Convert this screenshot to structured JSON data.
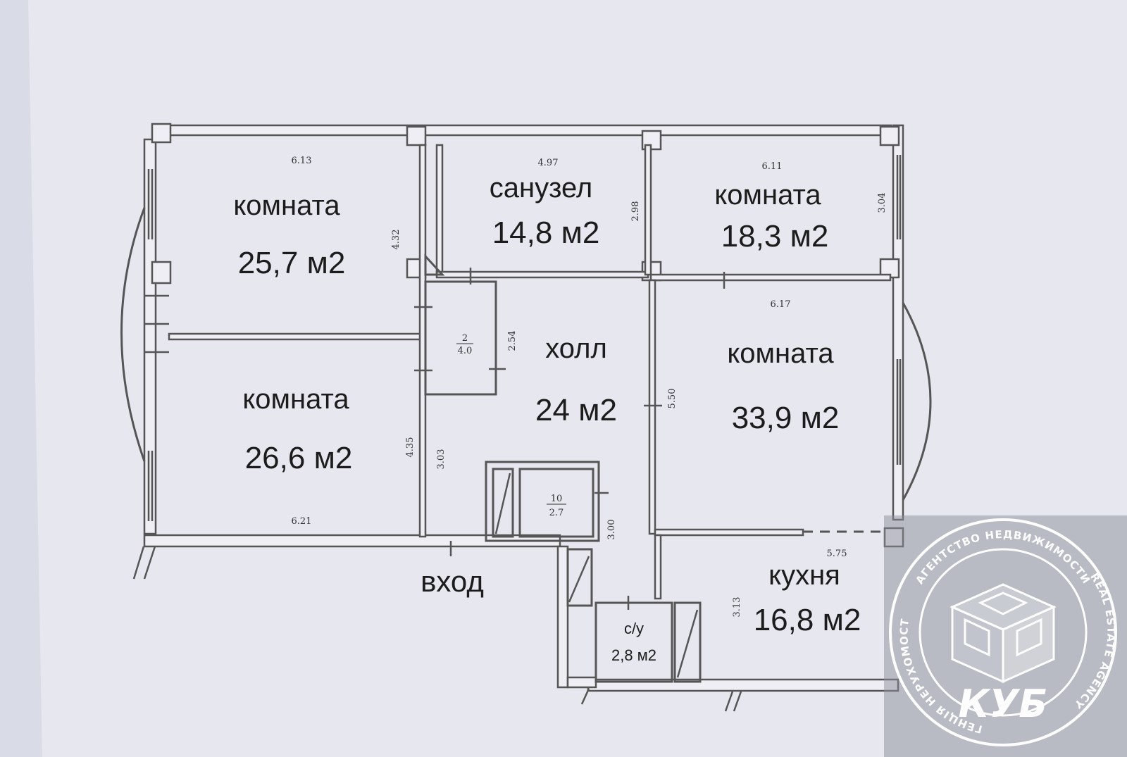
{
  "rooms": [
    {
      "id": "room1",
      "name": "комната",
      "area": "25,7 м2"
    },
    {
      "id": "bath",
      "name": "санузел",
      "area": "14,8 м2"
    },
    {
      "id": "room2",
      "name": "комната",
      "area": "18,3 м2"
    },
    {
      "id": "room3",
      "name": "комната",
      "area": "26,6 м2"
    },
    {
      "id": "hall",
      "name": "холл",
      "area": "24 м2"
    },
    {
      "id": "room4",
      "name": "комната",
      "area": "33,9 м2"
    },
    {
      "id": "kitchen",
      "name": "кухня",
      "area": "16,8 м2"
    },
    {
      "id": "wc",
      "name": "с/у",
      "area": "2,8 м2"
    }
  ],
  "entrance_label": "вход",
  "dimensions": [
    "6.13",
    "4.32",
    "4.97",
    "2.98",
    "6.11",
    "3.04",
    "6.17",
    "2.54",
    "5.50",
    "4.35",
    "3.03",
    "6.21",
    "3.00",
    "5.75",
    "3.13"
  ],
  "closets": [
    {
      "number": "2",
      "area": "4.0"
    },
    {
      "number": "10",
      "area": "2.7"
    }
  ],
  "watermark": {
    "ring_top": "АГЕНТСТВО НЕДВИЖИМОСТИ",
    "ring_right": "REAL ESTATE AGENCY",
    "ring_left": "АГЕНЦІЯ НЕРУХОМОСТІ",
    "brand": "КУБ"
  },
  "colors": {
    "paper": "#eeeef4",
    "background": "#d9dbe6",
    "wall": "#555555",
    "watermark": "#ffffff"
  }
}
